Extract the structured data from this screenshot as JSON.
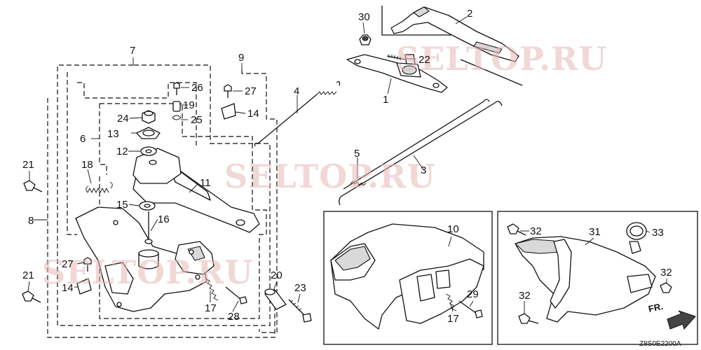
{
  "diagram": {
    "part_numbers": [
      "1",
      "2",
      "3",
      "4",
      "5",
      "6",
      "7",
      "8",
      "9",
      "10",
      "11",
      "12",
      "13",
      "14",
      "15",
      "16",
      "17",
      "18",
      "19",
      "20",
      "21",
      "22",
      "23",
      "24",
      "25",
      "26",
      "27",
      "28",
      "29",
      "30",
      "31",
      "32",
      "33"
    ],
    "callouts": {
      "c1": "1",
      "c2": "2",
      "c3": "3",
      "c4": "4",
      "c5": "5",
      "c6": "6",
      "c7": "7",
      "c8": "8",
      "c9": "9",
      "c10": "10",
      "c11": "11",
      "c12": "12",
      "c13": "13",
      "c14a": "14",
      "c14b": "14",
      "c15": "15",
      "c16": "16",
      "c17a": "17",
      "c17b": "17",
      "c18": "18",
      "c19": "19",
      "c20": "20",
      "c21a": "21",
      "c21b": "21",
      "c22": "22",
      "c23": "23",
      "c24": "24",
      "c25": "25",
      "c26": "26",
      "c27a": "27",
      "c27b": "27",
      "c28": "28",
      "c29": "29",
      "c30": "30",
      "c31": "31",
      "c32a": "32",
      "c32b": "32",
      "c32c": "32",
      "c33": "33"
    },
    "watermarks": [
      "SELTOP.RU",
      "SELTOP.RU",
      "SELTOP.RU"
    ],
    "direction_label": "FR.",
    "figure_code": "Z8S0E2200A"
  },
  "colors": {
    "line": "#111111",
    "watermark": "#e7b7b7",
    "background": "#ffffff"
  }
}
